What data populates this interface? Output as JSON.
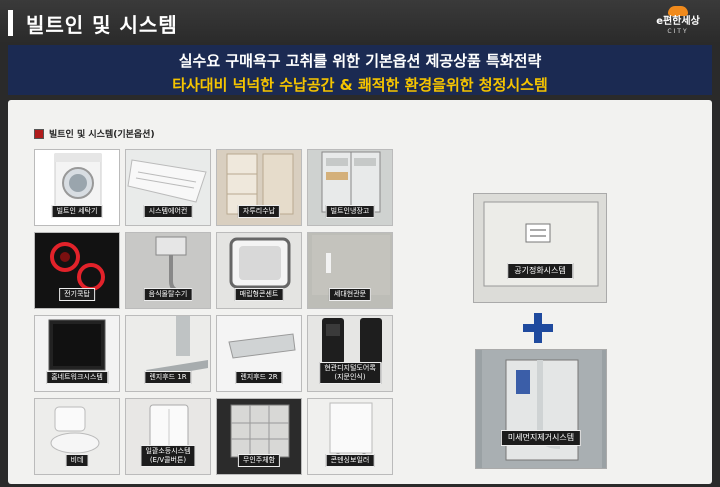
{
  "header": {
    "title": "빌트인 및 시스템",
    "logo_brand": "e편한세상",
    "logo_sub": "CITY"
  },
  "banner": {
    "line1": "실수요 구매욕구 고취를 위한 기본옵션 제공상품 특화전략",
    "line2": "타사대비 넉넉한 수납공간 & 쾌적한 환경을위한 청정시스템"
  },
  "section": {
    "label": "빌트인 및 시스템(기본옵션)"
  },
  "items": [
    {
      "label": "빌트인 세탁기"
    },
    {
      "label": "시스템에어컨"
    },
    {
      "label": "자투리수납"
    },
    {
      "label": "빌트인냉장고"
    },
    {
      "label": "전기쿡탑"
    },
    {
      "label": "음식물탈수기"
    },
    {
      "label": "매립형콘센트"
    },
    {
      "label": "세대현관문"
    },
    {
      "label": "홈네트워크시스템"
    },
    {
      "label": "렌지후드 1R"
    },
    {
      "label": "렌지후드 2R"
    },
    {
      "label": "현관디지털도어록\n(지문인식)"
    },
    {
      "label": "비데"
    },
    {
      "label": "일괄소등시스템\n(E/V콜버튼)"
    },
    {
      "label": "무인주체함"
    },
    {
      "label": "콘덴싱보일러"
    }
  ],
  "systems": [
    {
      "label": "공기정화시스템"
    },
    {
      "label": "미세먼지제거시스템"
    }
  ],
  "colors": {
    "header_bg": "#2a2a2a",
    "banner_bg": "#1b2a52",
    "banner_highlight": "#f5c400",
    "plus": "#1f4a9e",
    "logo_orange": "#f08a1c"
  }
}
